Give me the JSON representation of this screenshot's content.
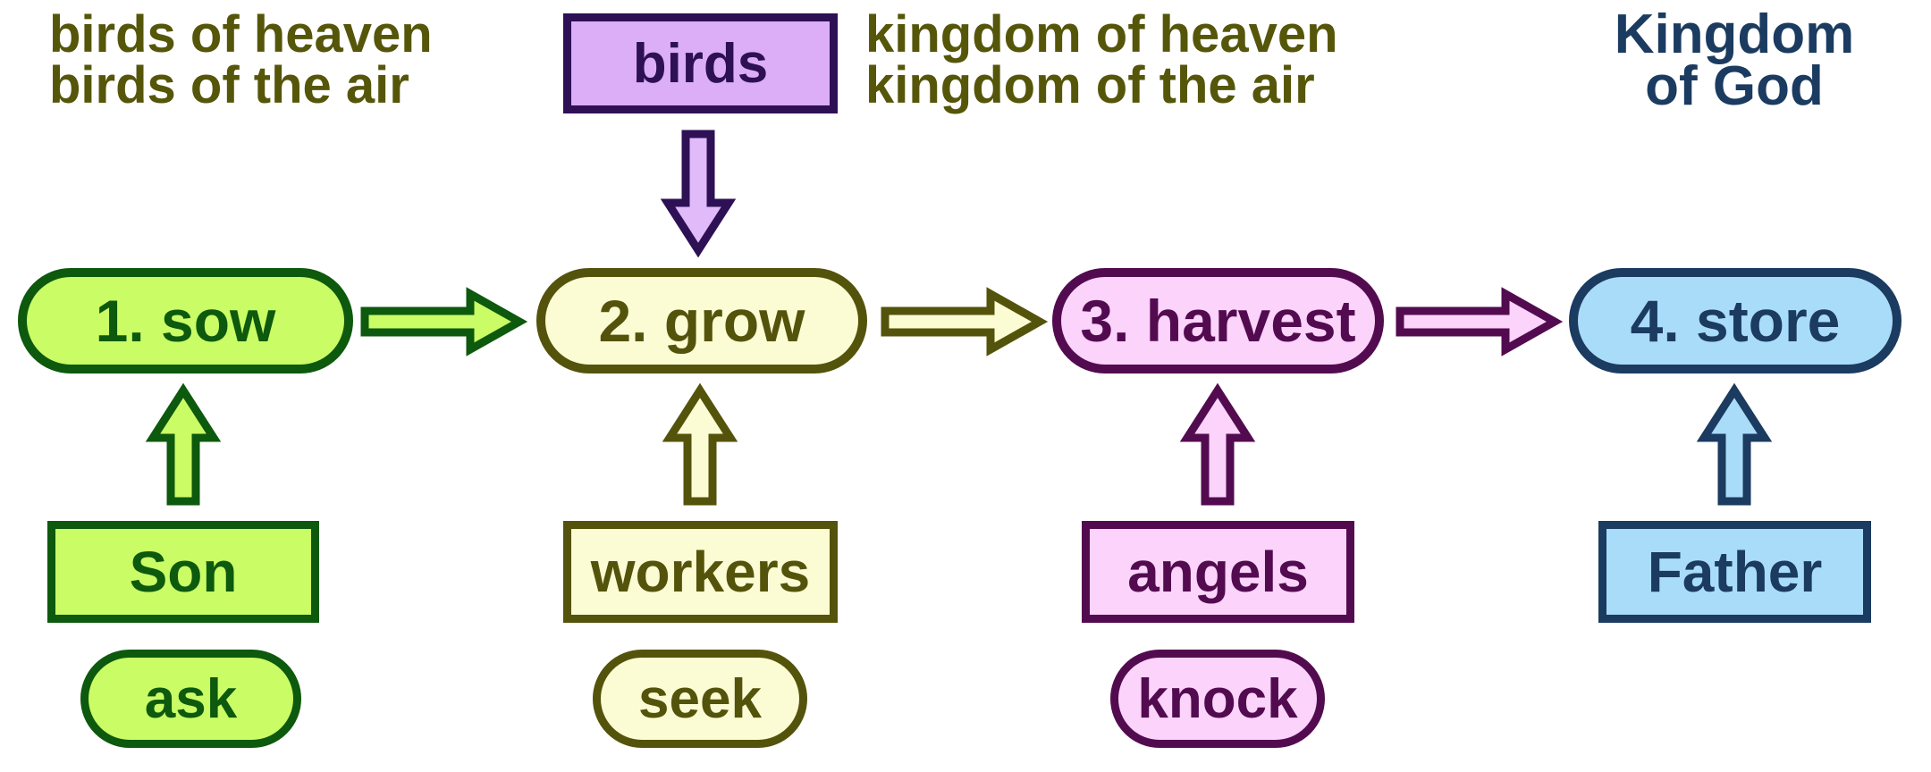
{
  "top": {
    "birds_synonyms": {
      "line1": "birds of heaven",
      "line2": "birds of the air"
    },
    "birds_box_label": "birds",
    "kingdom_synonyms": {
      "line1": "kingdom of heaven",
      "line2": "kingdom of the air"
    },
    "kingdom_of_god": {
      "line1": "Kingdom",
      "line2": "of God"
    }
  },
  "stages": [
    {
      "label": "1. sow",
      "source": "Son",
      "action": "ask"
    },
    {
      "label": "2. grow",
      "source": "workers",
      "action": "seek"
    },
    {
      "label": "3. harvest",
      "source": "angels",
      "action": "knock"
    },
    {
      "label": "4. store",
      "source": "Father"
    }
  ],
  "colors": {
    "olive-text": "#56560a",
    "navy-text": "#1b3b60",
    "purple-fill": "#dcaef8",
    "purple-arrow-fill": "#e0baf9",
    "purple-dark": "#2e1055",
    "green-fill": "#cafc66",
    "green-dark": "#0d590d",
    "yellow-fill": "#fcfcd4",
    "yellow-dark": "#54530b",
    "pink-fill": "#fbd3fb",
    "pink-dark": "#530b50",
    "blue-fill": "#a9dcf8",
    "blue-dark": "#1b3b60"
  }
}
